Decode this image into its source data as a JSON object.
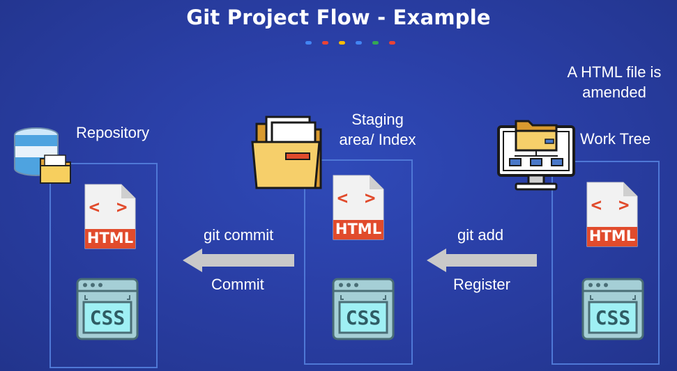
{
  "title": "Git Project Flow - Example",
  "accent_dots": [
    "#4285F4",
    "#EA4335",
    "#FBBC05",
    "#4285F4",
    "#34A853",
    "#EA4335"
  ],
  "repository": {
    "label": "Repository",
    "html_badge": "HTML",
    "code_glyph": "< >",
    "css_badge": "CSS"
  },
  "staging": {
    "label_line1": "Staging",
    "label_line2": "area/ Index",
    "html_badge": "HTML",
    "code_glyph": "< >",
    "css_badge": "CSS"
  },
  "work_tree": {
    "label": "Work Tree",
    "note_line1": "A HTML file is",
    "note_line2": "amended",
    "html_badge": "HTML",
    "code_glyph": "< >",
    "css_badge": "CSS"
  },
  "arrow_commit": {
    "command": "git commit",
    "action": "Commit"
  },
  "arrow_add": {
    "command": "git add",
    "action": "Register"
  }
}
